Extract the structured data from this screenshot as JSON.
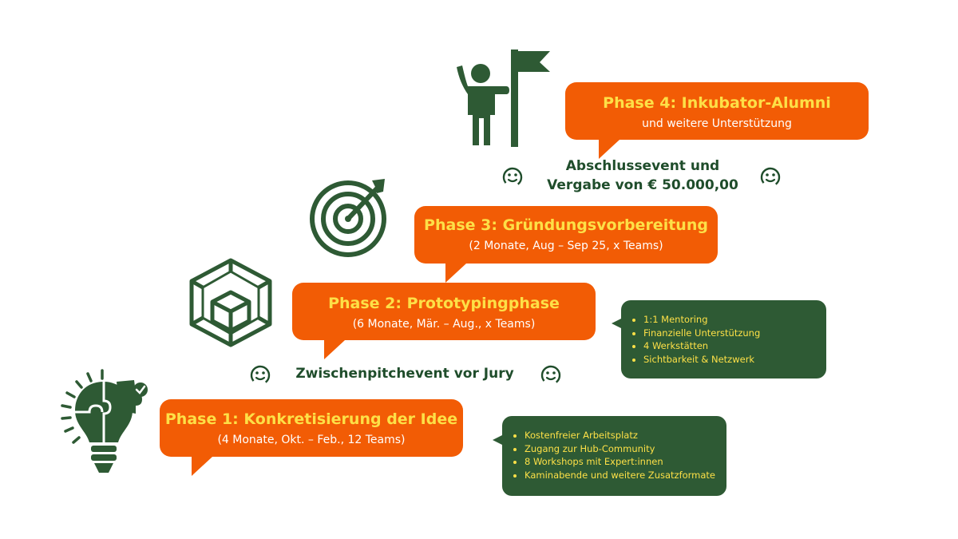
{
  "phases": [
    {
      "title": "Phase 4: Inkubator-Alumni",
      "subtitle": "und weitere Unterstützung"
    },
    {
      "title": "Phase 3: Gründungsvorbereitung",
      "subtitle": "(2 Monate, Aug – Sep 25, x Teams)"
    },
    {
      "title": "Phase 2: Prototypingphase",
      "subtitle": "(6 Monate, Mär. – Aug., x Teams)"
    },
    {
      "title": "Phase 1: Konkretisierung der Idee",
      "subtitle": "(4 Monate, Okt. – Feb., 12 Teams)"
    }
  ],
  "events": {
    "final_line1": "Abschlussevent und",
    "final_line2": "Vergabe von € 50.000,00",
    "interim": "Zwischenpitchevent vor Jury"
  },
  "info_phase2": [
    "1:1 Mentoring",
    "Finanzielle Unterstützung",
    "4 Werkstätten",
    "Sichtbarkeit & Netzwerk"
  ],
  "info_phase1": [
    "Kostenfreier Arbeitsplatz",
    "Zugang zur Hub-Community",
    "8 Workshops mit Expert:innen",
    "Kaminabende und weitere Zusatzformate"
  ],
  "icons": [
    "person-flag-icon",
    "target-icon",
    "cube-icon",
    "lightbulb-puzzle-icon",
    "smiley-icon"
  ],
  "colors": {
    "orange": "#f25c05",
    "yellow": "#fde047",
    "green": "#2e5a34",
    "dark_green": "#1f4d2b"
  }
}
